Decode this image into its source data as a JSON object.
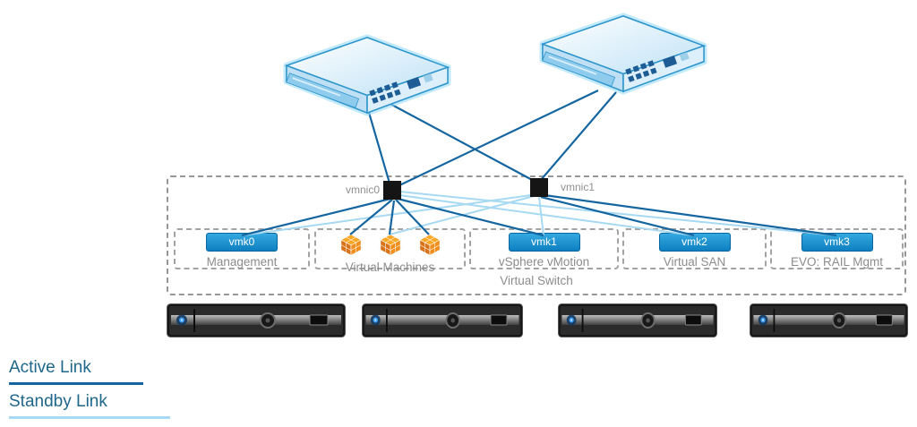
{
  "vmnics": [
    {
      "label": "vmnic0"
    },
    {
      "label": "vmnic1"
    }
  ],
  "port_groups": [
    {
      "vmk": "vmk0",
      "label": "Management"
    },
    {
      "vmk": "",
      "label": "Virtual Machines",
      "icon": "vm-cube-icon",
      "icon_count": 3
    },
    {
      "vmk": "vmk1",
      "label": "vSphere vMotion"
    },
    {
      "vmk": "vmk2",
      "label": "Virtual SAN"
    },
    {
      "vmk": "vmk3",
      "label": "EVO: RAIL Mgmt"
    }
  ],
  "virtual_switch_label": "Virtual Switch",
  "physical_switch_count": 2,
  "server_count": 4,
  "legend": [
    {
      "label": "Active Link",
      "color": "#1566a0"
    },
    {
      "label": "Standby Link",
      "color": "#a7d9f2"
    }
  ],
  "colors": {
    "active_link": "#1566a0",
    "standby_link": "#a7d9f2",
    "vmk_badge_fill": "#1793d1",
    "vmk_badge_border": "#0a66a0",
    "dashed_border": "#979797",
    "label_gray": "#8c8c8c"
  },
  "links": [
    {
      "from": "physical-switch-1",
      "to": "vmnic0",
      "type": "active"
    },
    {
      "from": "physical-switch-1",
      "to": "vmnic1",
      "type": "active"
    },
    {
      "from": "physical-switch-2",
      "to": "vmnic0",
      "type": "active"
    },
    {
      "from": "physical-switch-2",
      "to": "vmnic1",
      "type": "active"
    },
    {
      "from": "vmnic0",
      "to": "vmk0",
      "type": "active"
    },
    {
      "from": "vmnic0",
      "to": "virtual-machines",
      "type": "active"
    },
    {
      "from": "vmnic0",
      "to": "vmk1",
      "type": "active"
    },
    {
      "from": "vmnic0",
      "to": "vmk2",
      "type": "standby"
    },
    {
      "from": "vmnic0",
      "to": "vmk3",
      "type": "standby"
    },
    {
      "from": "vmnic1",
      "to": "vmk0",
      "type": "standby"
    },
    {
      "from": "vmnic1",
      "to": "virtual-machines",
      "type": "standby"
    },
    {
      "from": "vmnic1",
      "to": "vmk1",
      "type": "standby"
    },
    {
      "from": "vmnic1",
      "to": "vmk2",
      "type": "active"
    },
    {
      "from": "vmnic1",
      "to": "vmk3",
      "type": "active"
    }
  ]
}
